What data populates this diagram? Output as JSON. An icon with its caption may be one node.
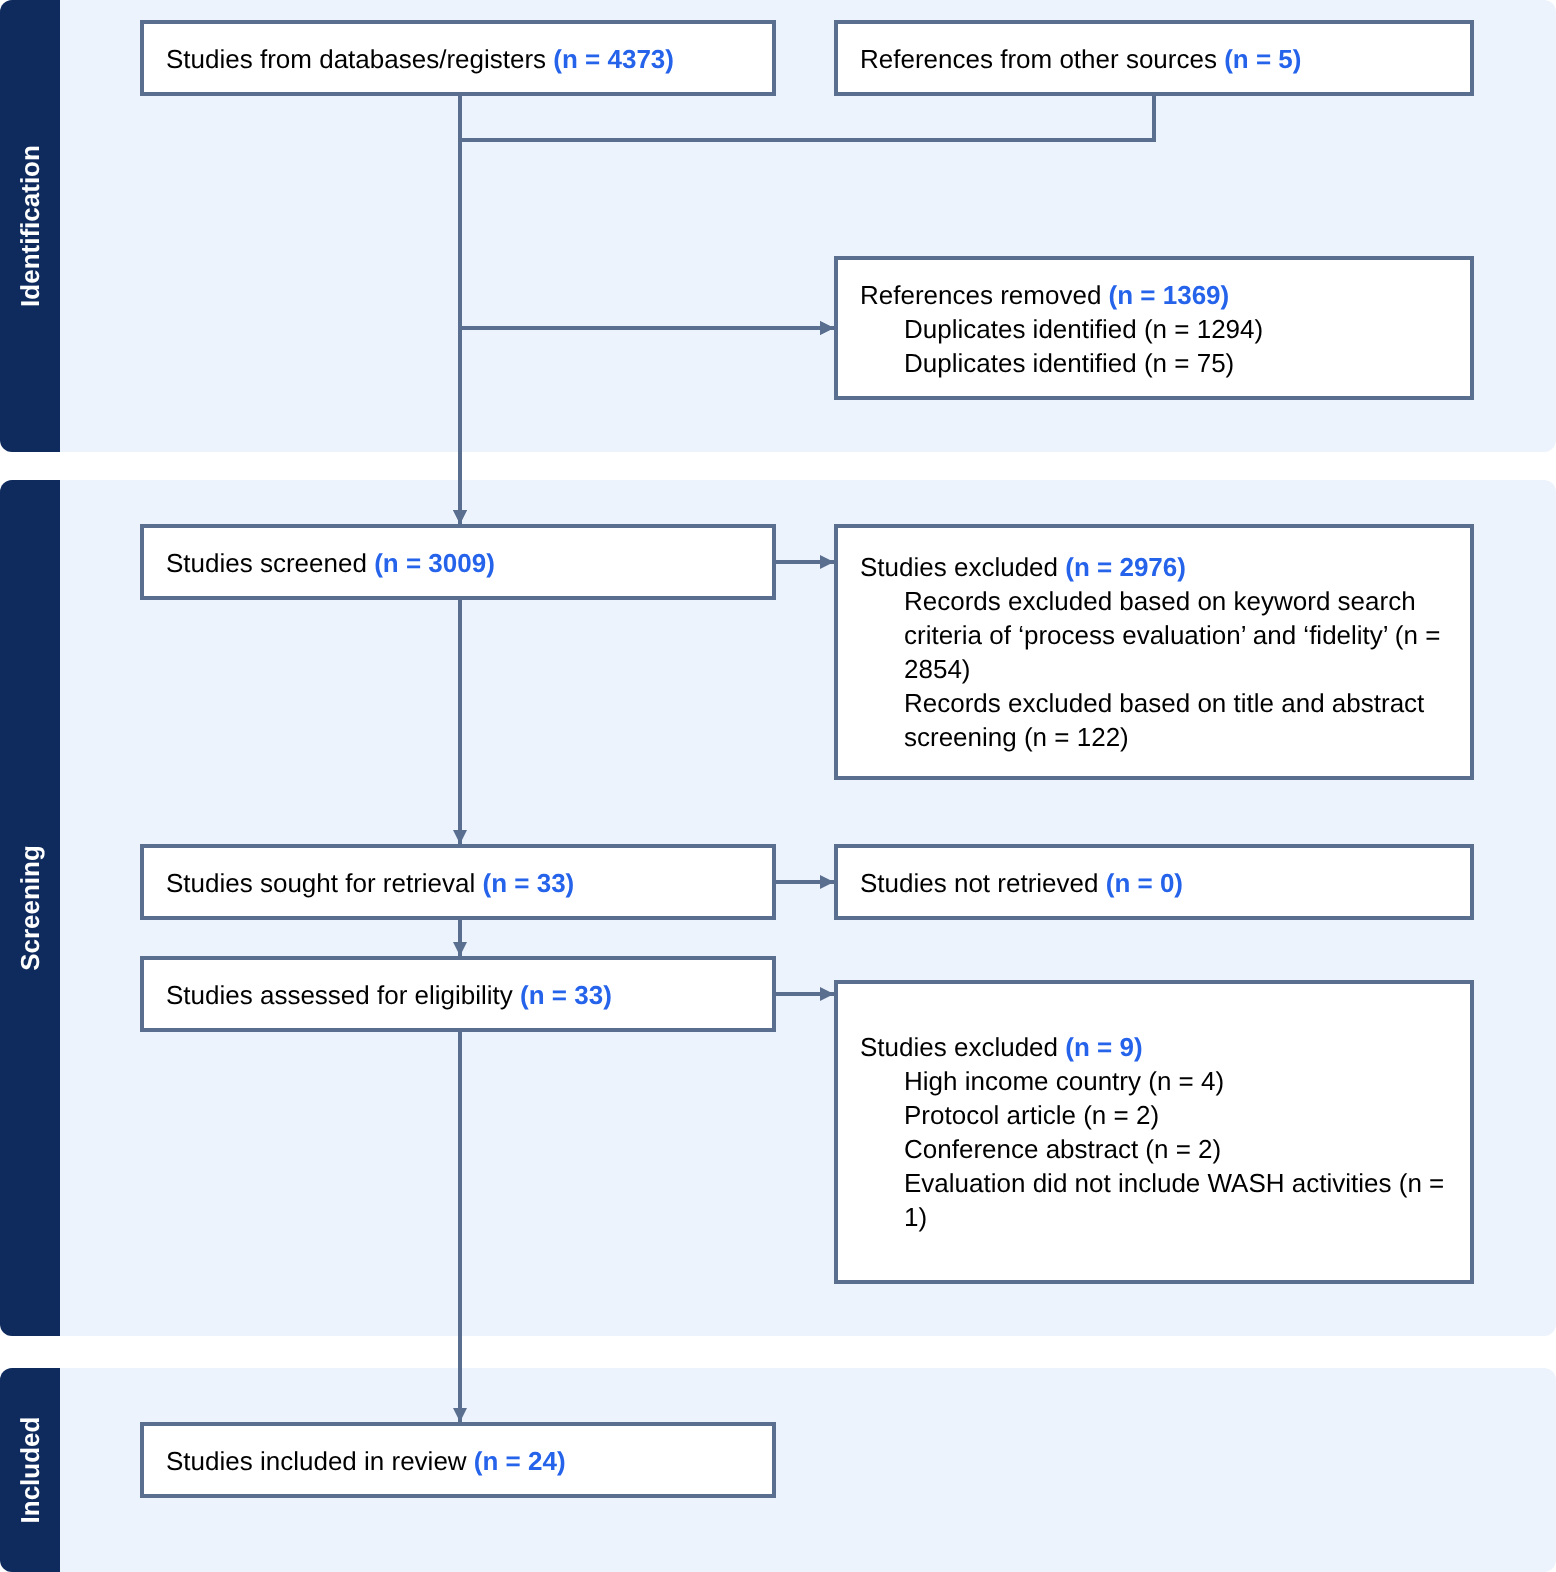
{
  "diagram": {
    "nodes": [
      {
        "text": [
          "Identification"
        ]
      },
      {
        "text": [
          "Studies from databases/registers **(n = 4373)**"
        ],
        "in": 0
      },
      {
        "text": [
          "References from other sources **(n = 5)**"
        ],
        "in": 0
      },
      {
        "text": [
          "References removed **(n = 1369)**",
          "Duplicates identified (n = 1294)",
          "Duplicates identified (n = 75)"
        ],
        "in": 0
      },
      {
        "text": [
          "Screening"
        ]
      },
      {
        "text": [
          "Studies screened **(n = 3009)**"
        ],
        "in": 4
      },
      {
        "text": [
          "Studies excluded **(n = 2976)**",
          "Records excluded based on keyword search criteria of ‘process evaluation’ and ‘fidelity’ (n = 2854)",
          "Records excluded based on title and abstract screening (n = 122)"
        ],
        "in": 4
      },
      {
        "text": [
          "Studies sought for retrieval **(n = 33)**"
        ],
        "in": 4
      },
      {
        "text": [
          "Studies not retrieved **(n = 0)**"
        ],
        "in": 4
      },
      {
        "text": [
          "Studies assessed for eligibility **(n = 33)**"
        ],
        "in": 4
      },
      {
        "text": [
          "Studies excluded **(n = 9)**",
          "High income country (n = 4)",
          "Protocol article (n = 2)",
          "Conference abstract (n = 2)",
          "Evaluation did not include WASH activities (n = 1)"
        ],
        "in": 4
      },
      {
        "text": [
          "Included"
        ]
      },
      {
        "text": [
          "Studies included in review **(n = 24)**"
        ],
        "in": 11
      }
    ],
    "edges": [
      {
        "from": 1,
        "to": 5,
        "arrow": "to"
      },
      {
        "from": 2,
        "to": 5,
        "arrow": "to"
      },
      {
        "from": 1,
        "to": 3,
        "arrow": "to"
      },
      {
        "from": 2,
        "to": 3,
        "arrow": "to"
      },
      {
        "from": 5,
        "to": 6,
        "arrow": "to"
      },
      {
        "from": 5,
        "to": 7,
        "arrow": "to"
      },
      {
        "from": 7,
        "to": 8,
        "arrow": "to"
      },
      {
        "from": 7,
        "to": 9,
        "arrow": "to"
      },
      {
        "from": 9,
        "to": 10,
        "arrow": "to"
      },
      {
        "from": 9,
        "to": 12,
        "arrow": "to"
      }
    ]
  }
}
